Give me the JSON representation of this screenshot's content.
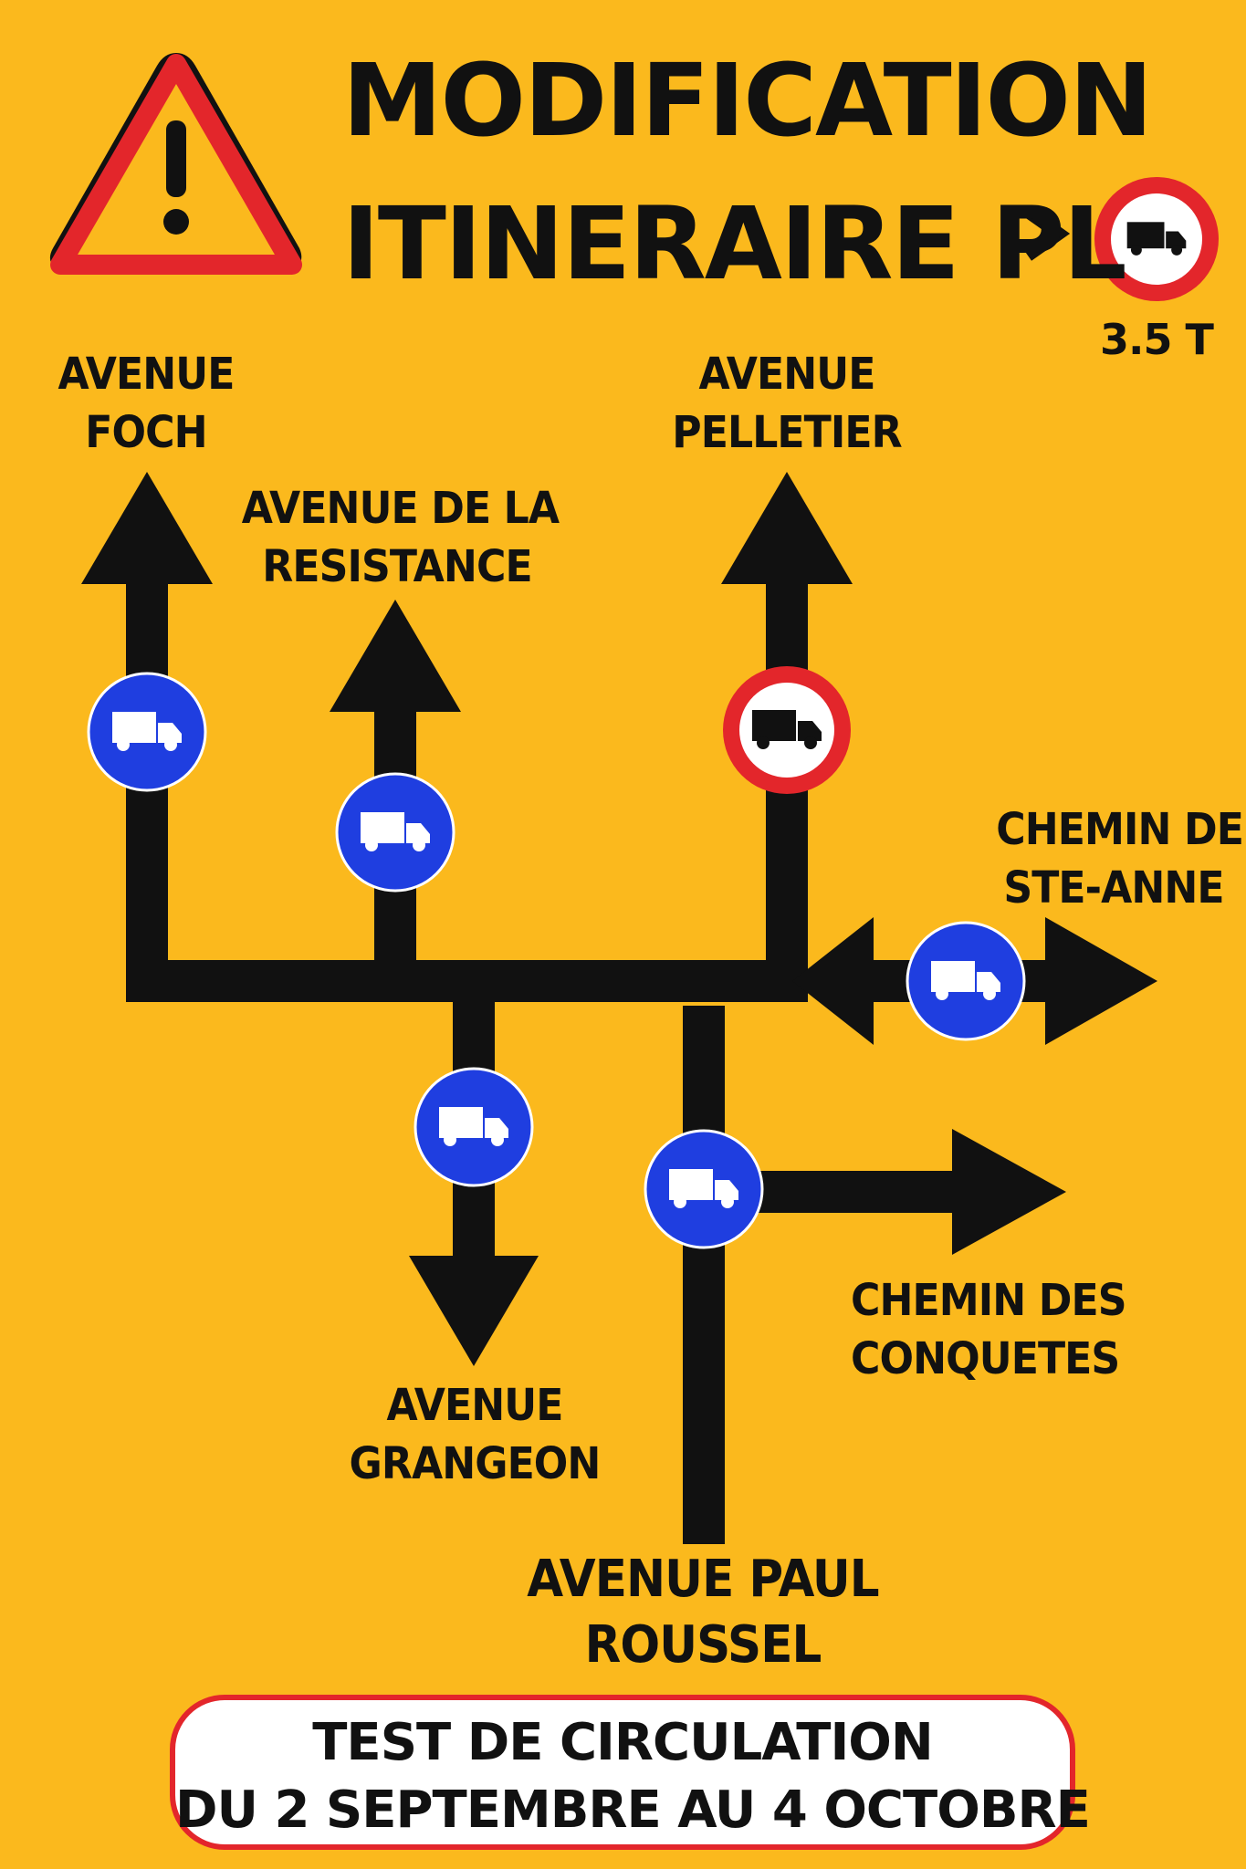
{
  "header": {
    "title_line1": "MODIFICATION",
    "title_line2": "ITINERAIRE PL",
    "title_arrow": ">",
    "weight_limit": "3.5 T"
  },
  "roads": {
    "foch": [
      "AVENUE",
      "FOCH"
    ],
    "resistance": [
      "AVENUE DE LA",
      "RESISTANCE"
    ],
    "pelletier": [
      "AVENUE",
      "PELLETIER"
    ],
    "ste_anne": [
      "CHEMIN DE",
      "STE-ANNE"
    ],
    "grangeon": [
      "AVENUE",
      "GRANGEON"
    ],
    "conquetes": [
      "CHEMIN DES",
      "CONQUETES"
    ],
    "paul_roussel": [
      "AVENUE PAUL",
      "ROUSSEL"
    ]
  },
  "footer": {
    "line1": "TEST DE CIRCULATION",
    "line2": "DU 2 SEPTEMBRE AU 4 OCTOBRE"
  },
  "colors": {
    "background": "#fbb91d",
    "arrow": "#111111",
    "prohibition_red": "#e3262b",
    "mandatory_blue": "#1f3ee0",
    "footer_fill": "#ffffff"
  },
  "icons": [
    "warning-triangle-icon",
    "no-trucks-sign-icon",
    "truck-route-sign-icon"
  ]
}
